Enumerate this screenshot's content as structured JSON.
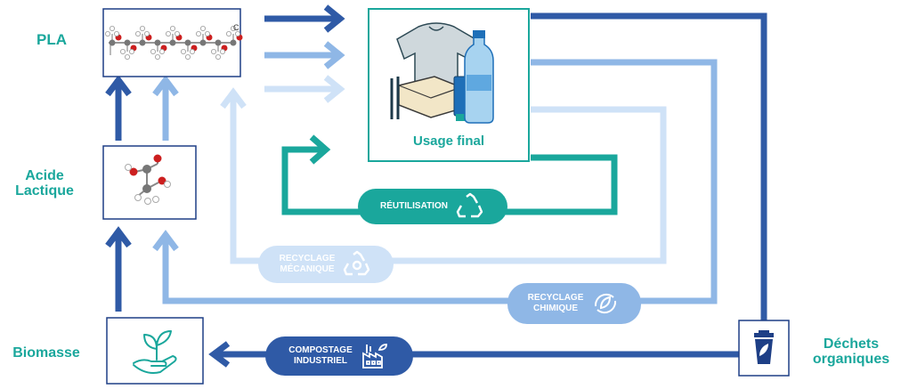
{
  "labels": {
    "pla": "PLA",
    "acide_line1": "Acide",
    "acide_line2": "Lactique",
    "biomasse": "Biomasse",
    "dechets_line1": "Déchets",
    "dechets_line2": "organiques",
    "usage_final": "Usage final",
    "molecule_end": "C"
  },
  "pills": {
    "reutilisation": "RÉUTILISATION",
    "recyclage_mecanique_line1": "RECYCLAGE",
    "recyclage_mecanique_line2": "MÉCANIQUE",
    "recyclage_chimique_line1": "RECYCLAGE",
    "recyclage_chimique_line2": "CHIMIQUE",
    "compostage_line1": "COMPOSTAGE",
    "compostage_line2": "INDUSTRIEL"
  },
  "colors": {
    "teal": "#1aa79c",
    "dark_blue": "#2f5aa6",
    "mid_blue": "#8fb7e6",
    "light_blue": "#cfe2f7",
    "box_border": "#1e3f86"
  },
  "icons": [
    "molecule-chain",
    "lactic-acid-molecule",
    "plant-in-hand-icon",
    "trash-bin-icon",
    "recycle-icon",
    "leaf-cycle-icon",
    "factory-icon",
    "tshirt-bottle-tray-illustration"
  ]
}
